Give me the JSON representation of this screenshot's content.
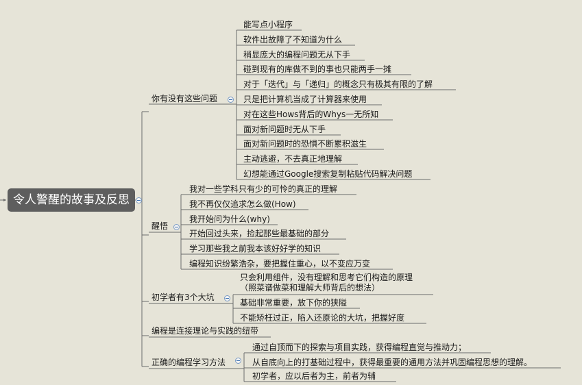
{
  "root": {
    "label": "令人警醒的故事及反思"
  },
  "branches": [
    {
      "label": "你有没有这些问题",
      "items": [
        "能写点小程序",
        "软件出故障了不知道为什么",
        "稍显庞大的编程问题无从下手",
        "碰到现有的库做不到的事也只能两手一摊",
        "对于「迭代」与「递归」的概念只有极其有限的了解",
        "只是把计算机当成了计算器来使用",
        "对在这些Hows背后的Whys一无所知",
        "面对新问题时无从下手",
        "面对新问题时的恐惧不断累积滋生",
        "主动逃避，不去真正地理解",
        "幻想能通过Google搜索复制粘贴代码解决问题"
      ]
    },
    {
      "label": "醒悟",
      "items": [
        "我对一些学科只有少的可怜的真正的理解",
        "我不再仅仅追求怎么做(How)",
        "我开始问为什么(why)",
        "开始回过头来，捡起那些最基础的部分",
        "学习那些我之前我本该好好学的知识",
        "编程知识纷繁浩杂，要把握住重心，以不变应万变"
      ]
    },
    {
      "label": "初学者有3个大坑",
      "items": [
        "只会利用组件，没有理解和思考它们构造的原理",
        "（照菜谱做菜和理解大师背后的想法）",
        "基础非常重要，放下你的狭隘",
        "不能矫枉过正，陷入还原论的大坑，把握好度"
      ]
    },
    {
      "label": "编程是连接理论与实践的纽带",
      "items": []
    },
    {
      "label": "正确的编程学习方法",
      "items": [
        "通过自顶而下的探索与项目实践，获得编程直觉与推动力；",
        "从自底向上的打基础过程中，获得最重要的通用方法并巩固编程思想的理解。",
        "初学者，应以后者为主，前者为辅"
      ]
    }
  ],
  "colors": {
    "background": "#e6e4d8",
    "line": "#6b6b6b",
    "root_fill": "#5e5e5e",
    "root_text": "#ffffff",
    "toggle": "#3a6fb0"
  }
}
